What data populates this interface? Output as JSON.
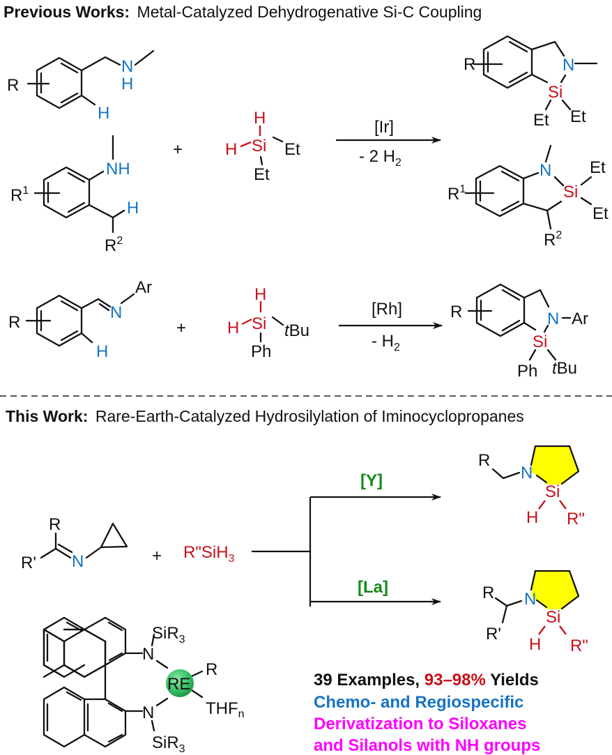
{
  "previous": {
    "title_bold": "Previous Works:",
    "title_rest": "Metal-Catalyzed Dehydrogenative Si-C Coupling",
    "rxn1": {
      "sub1": {
        "R": "R",
        "N": "N",
        "NH_H": "H",
        "ArH": "H"
      },
      "sub2": {
        "R": "R",
        "sup": "1",
        "NH": "NH",
        "H": "H",
        "R2": "R",
        "R2sup": "2"
      },
      "plus": "+",
      "silane": {
        "H_top": "H",
        "H_left": "H",
        "Si": "Si",
        "Et_right": "Et",
        "Et_bottom": "Et"
      },
      "catalyst": "[Ir]",
      "byproduct": "- 2 H",
      "byproduct_sub": "2",
      "prod1": {
        "R": "R",
        "N": "N",
        "Si": "Si",
        "Et1": "Et",
        "Et2": "Et"
      },
      "prod2": {
        "R": "R",
        "sup": "1",
        "N": "N",
        "Si": "Si",
        "Et1": "Et",
        "Et2": "Et",
        "R2": "R",
        "R2sup": "2"
      }
    },
    "rxn2": {
      "sub": {
        "R": "R",
        "N": "N",
        "Ar": "Ar",
        "H": "H"
      },
      "plus": "+",
      "silane": {
        "H_top": "H",
        "H_left": "H",
        "Si": "Si",
        "tBu_t": "t",
        "tBu_Bu": "Bu",
        "Ph": "Ph"
      },
      "catalyst": "[Rh]",
      "byproduct": "- H",
      "byproduct_sub": "2",
      "prod": {
        "R": "R",
        "N": "N",
        "Ar": "Ar",
        "Si": "Si",
        "Ph": "Ph",
        "tBu_t": "t",
        "tBu_Bu": "Bu"
      }
    }
  },
  "this_work": {
    "title_bold": "This Work:",
    "title_rest": "Rare-Earth-Catalyzed Hydrosilylation of Iminocyclopropanes",
    "imine": {
      "R": "R",
      "Rp": "R'",
      "N": "N"
    },
    "plus": "+",
    "silane": "R\"SiH",
    "silane_sub": "3",
    "catalyst_top": "[Y]",
    "catalyst_bottom": "[La]",
    "prod_top": {
      "R": "R",
      "N": "N",
      "Si": "Si",
      "H": "H",
      "Rpp": "R\""
    },
    "prod_bottom": {
      "R": "R",
      "Rp": "R'",
      "N": "N",
      "Si": "Si",
      "H": "H",
      "Rpp": "R\""
    },
    "complex": {
      "SiR3_top": "SiR",
      "SiR3_bottom": "SiR",
      "sub3": "3",
      "N1": "N",
      "N2": "N",
      "RE": "RE",
      "R": "R",
      "THF": "THF",
      "THF_sub": "n"
    },
    "highlights": {
      "line1_a": "39 Examples, ",
      "line1_b": "93–98%",
      "line1_c": " Yields",
      "line2": "Chemo- and Regiospecific",
      "line3": "Derivatization to Siloxanes",
      "line4": "and Silanols with NH groups"
    }
  },
  "colors": {
    "nitrogen": "#1574c4",
    "silicon": "#c8101b",
    "catalyst": "#138a1a",
    "highlight_ring": "#ffff00",
    "rare_earth_ball": "#3cc46a",
    "derivatization": "#ff00ff"
  }
}
